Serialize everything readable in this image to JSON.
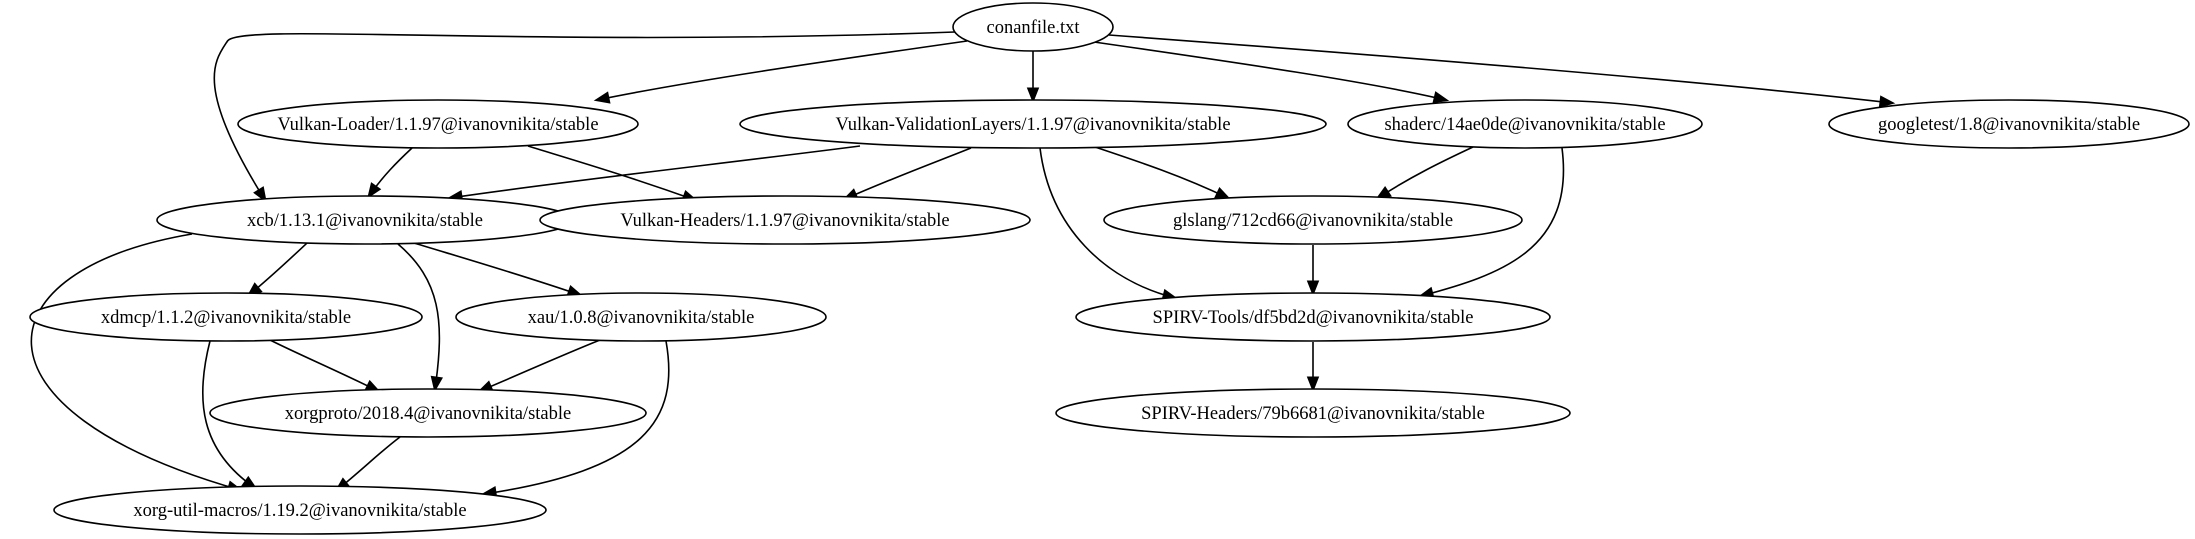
{
  "graph": {
    "nodes": [
      {
        "id": "conanfile",
        "label": "conanfile.txt"
      },
      {
        "id": "vulkan_loader",
        "label": "Vulkan-Loader/1.1.97@ivanovnikita/stable"
      },
      {
        "id": "vulkan_validation",
        "label": "Vulkan-ValidationLayers/1.1.97@ivanovnikita/stable"
      },
      {
        "id": "shaderc",
        "label": "shaderc/14ae0de@ivanovnikita/stable"
      },
      {
        "id": "googletest",
        "label": "googletest/1.8@ivanovnikita/stable"
      },
      {
        "id": "xcb",
        "label": "xcb/1.13.1@ivanovnikita/stable"
      },
      {
        "id": "vulkan_headers",
        "label": "Vulkan-Headers/1.1.97@ivanovnikita/stable"
      },
      {
        "id": "glslang",
        "label": "glslang/712cd66@ivanovnikita/stable"
      },
      {
        "id": "xdmcp",
        "label": "xdmcp/1.1.2@ivanovnikita/stable"
      },
      {
        "id": "xau",
        "label": "xau/1.0.8@ivanovnikita/stable"
      },
      {
        "id": "spirv_tools",
        "label": "SPIRV-Tools/df5bd2d@ivanovnikita/stable"
      },
      {
        "id": "xorgproto",
        "label": "xorgproto/2018.4@ivanovnikita/stable"
      },
      {
        "id": "spirv_headers",
        "label": "SPIRV-Headers/79b6681@ivanovnikita/stable"
      },
      {
        "id": "xorg_util_macros",
        "label": "xorg-util-macros/1.19.2@ivanovnikita/stable"
      }
    ],
    "edges": [
      {
        "from": "conanfile",
        "to": "xcb"
      },
      {
        "from": "conanfile",
        "to": "vulkan_loader"
      },
      {
        "from": "conanfile",
        "to": "vulkan_validation"
      },
      {
        "from": "conanfile",
        "to": "shaderc"
      },
      {
        "from": "conanfile",
        "to": "googletest"
      },
      {
        "from": "vulkan_loader",
        "to": "xcb"
      },
      {
        "from": "vulkan_loader",
        "to": "vulkan_headers"
      },
      {
        "from": "vulkan_validation",
        "to": "xcb"
      },
      {
        "from": "vulkan_validation",
        "to": "vulkan_headers"
      },
      {
        "from": "vulkan_validation",
        "to": "glslang"
      },
      {
        "from": "vulkan_validation",
        "to": "spirv_tools"
      },
      {
        "from": "shaderc",
        "to": "glslang"
      },
      {
        "from": "shaderc",
        "to": "spirv_tools"
      },
      {
        "from": "glslang",
        "to": "spirv_tools"
      },
      {
        "from": "spirv_tools",
        "to": "spirv_headers"
      },
      {
        "from": "xcb",
        "to": "xdmcp"
      },
      {
        "from": "xcb",
        "to": "xau"
      },
      {
        "from": "xcb",
        "to": "xorgproto"
      },
      {
        "from": "xcb",
        "to": "xorg_util_macros"
      },
      {
        "from": "xdmcp",
        "to": "xorgproto"
      },
      {
        "from": "xdmcp",
        "to": "xorg_util_macros"
      },
      {
        "from": "xau",
        "to": "xorgproto"
      },
      {
        "from": "xau",
        "to": "xorg_util_macros"
      },
      {
        "from": "xorgproto",
        "to": "xorg_util_macros"
      }
    ]
  }
}
